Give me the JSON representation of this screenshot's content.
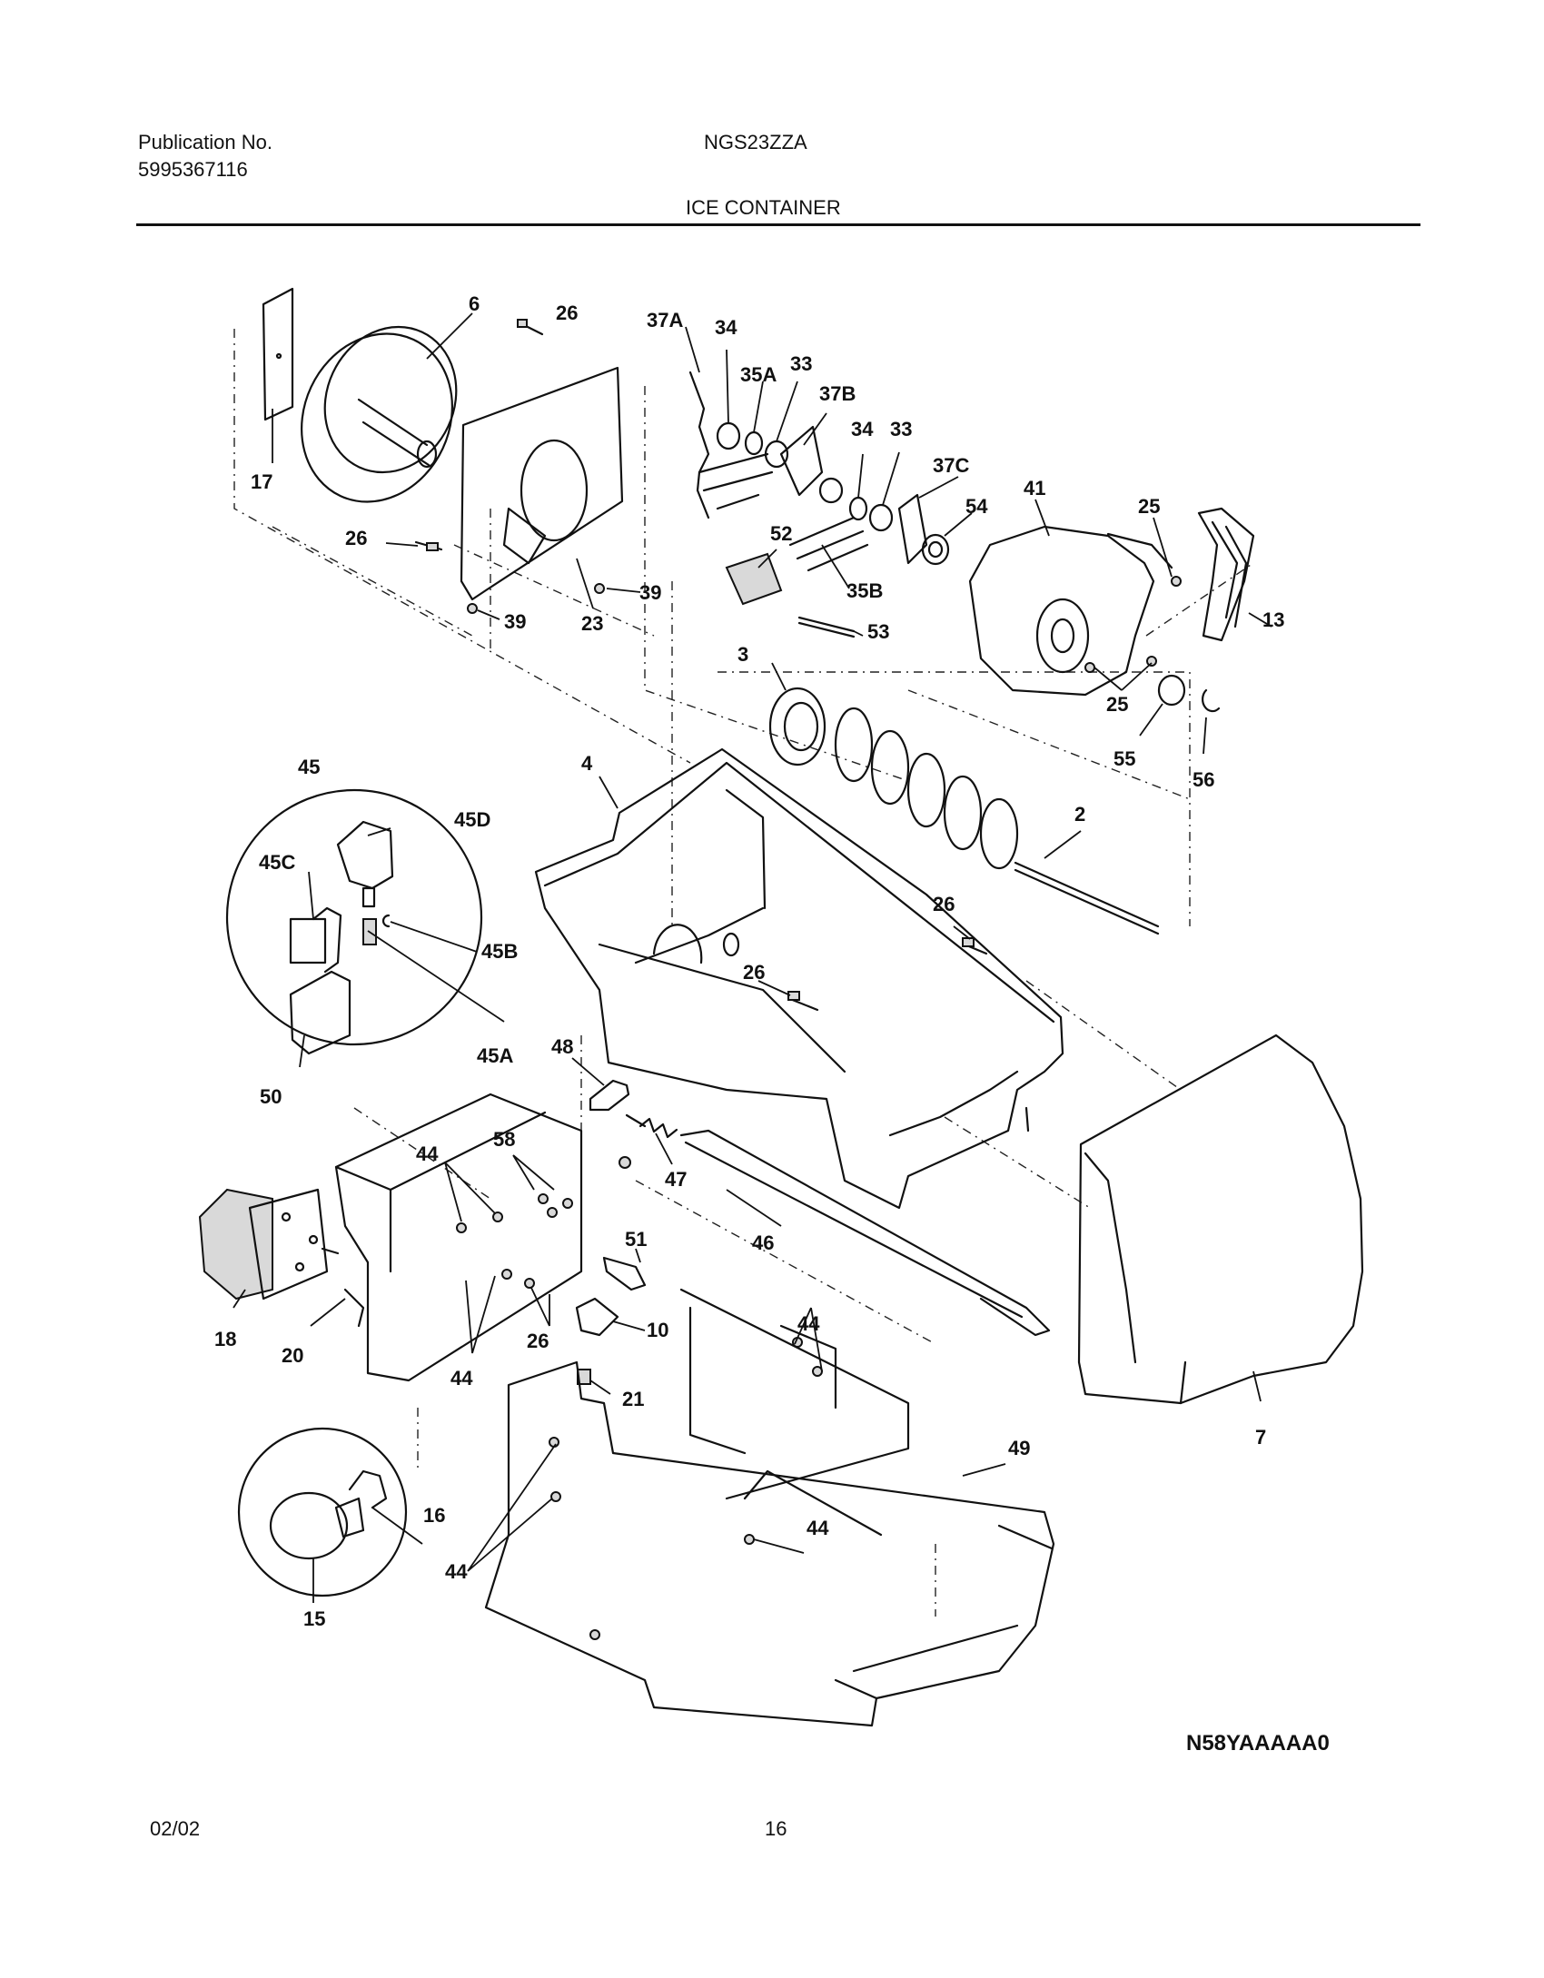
{
  "header": {
    "publication_label": "Publication No.",
    "publication_number": "5995367116",
    "model": "NGS23ZZA",
    "section_title": "ICE CONTAINER"
  },
  "footer": {
    "date": "02/02",
    "page_number": "16"
  },
  "diagram": {
    "code": "N58YAAAAA0",
    "callouts": {
      "c6": "6",
      "c26a": "26",
      "c37A": "37A",
      "c34a": "34",
      "c35A": "35A",
      "c33a": "33",
      "c37B": "37B",
      "c34b": "34",
      "c33b": "33",
      "c37C": "37C",
      "c41": "41",
      "c25a": "25",
      "c54": "54",
      "c17": "17",
      "c26b": "26",
      "c52": "52",
      "c13": "13",
      "c39a": "39",
      "c39b": "39",
      "c23": "23",
      "c35B": "35B",
      "c53": "53",
      "c3": "3",
      "c25b": "25",
      "c55": "55",
      "c56": "56",
      "c45": "45",
      "c4": "4",
      "c45D": "45D",
      "c2": "2",
      "c45C": "45C",
      "c26c": "26",
      "c45B": "45B",
      "c26d": "26",
      "c45A": "45A",
      "c48": "48",
      "c50": "50",
      "c58": "58",
      "c44a": "44",
      "c47": "47",
      "c51": "51",
      "c46": "46",
      "c44b": "44",
      "c18": "18",
      "c20": "20",
      "c10": "10",
      "c26e": "26",
      "c44c": "44",
      "c21": "21",
      "c7": "7",
      "c49": "49",
      "c16": "16",
      "c44d": "44",
      "c44e": "44",
      "c15": "15"
    }
  }
}
